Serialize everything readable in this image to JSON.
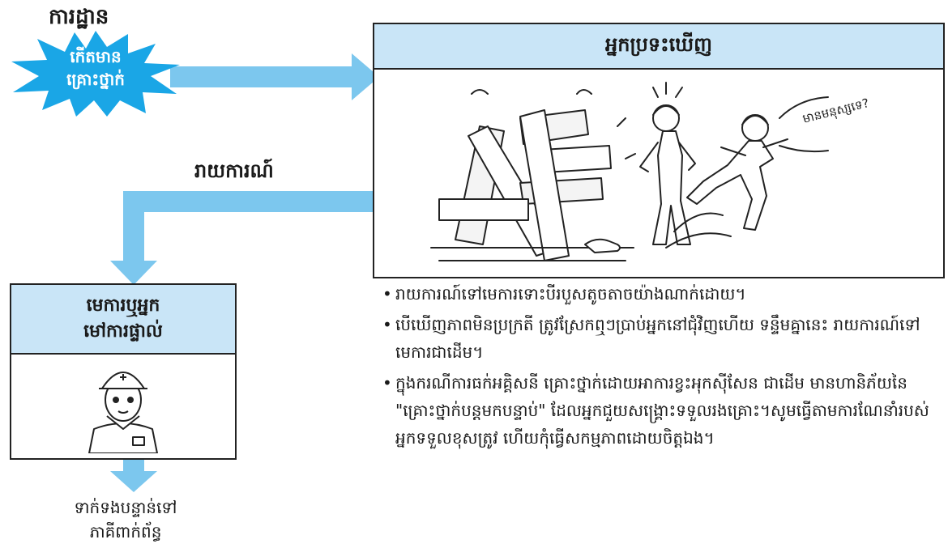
{
  "site_label": "ការដ្ឋាន",
  "accident_burst": {
    "line1": "កើតមាន",
    "line2": "គ្រោះថ្នាក់"
  },
  "report_label": "រាយការណ៍",
  "discoverer_box": {
    "title": "អ្នកប្រទះឃើញ",
    "speech": "មានមនុស្សទេ?"
  },
  "supervisor_box": {
    "line1": "មេការឬអ្នក",
    "line2": "មៅការផ្ទាល់"
  },
  "contact_text": {
    "line1": "ទាក់ទងបន្ទាន់ទៅ",
    "line2": "ភាគីពាក់ព័ន្ធ"
  },
  "instructions": [
    "រាយការណ៍ទៅមេការទោះបីរបួសតូចតាចយ៉ាងណាក់ដោយ។",
    "បើឃើញភាពមិនប្រក្រតី ត្រូវស្រែកឮៗប្រាប់អ្នកនៅជុំវិញហើយ ទន្ទឹមគ្នានេះ រាយការណ៍ទៅមេការជាដើម។",
    "ក្នុងករណីការធក់អគ្គិសនី គ្រោះថ្នាក់ដោយអាការខ្វះអុកស៊ីសែន ជាដើម មានហានិភ័យនៃ \"គ្រោះថ្នាក់បន្តមកបន្ទាប់\" ដែលអ្នកជួយសង្គ្រោះទទួលរងគ្រោះ។សូមធ្វើតាមការណែនាំរបស់អ្នកទទួលខុសត្រូវ ហើយកុំធ្វើសកម្មភាពដោយចិត្តឯង។"
  ],
  "colors": {
    "arrow": "#7cc7ee",
    "burst": "#1aa6e6",
    "header_fill": "#c9e5f7"
  }
}
